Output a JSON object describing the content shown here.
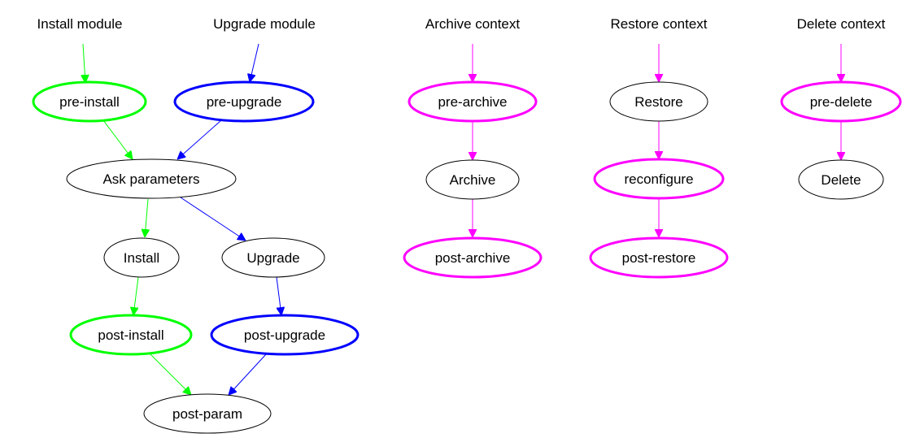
{
  "colors": {
    "install": "#00ff00",
    "upgrade": "#0000ff",
    "context": "#ff00ff",
    "plain": "#000000"
  },
  "headers": {
    "install_module": "Install module",
    "upgrade_module": "Upgrade module",
    "archive_context": "Archive context",
    "restore_context": "Restore context",
    "delete_context": "Delete context"
  },
  "nodes": {
    "pre_install": "pre-install",
    "pre_upgrade": "pre-upgrade",
    "ask_parameters": "Ask parameters",
    "install": "Install",
    "upgrade": "Upgrade",
    "post_install": "post-install",
    "post_upgrade": "post-upgrade",
    "post_param": "post-param",
    "pre_archive": "pre-archive",
    "archive": "Archive",
    "post_archive": "post-archive",
    "restore": "Restore",
    "reconfigure": "reconfigure",
    "post_restore": "post-restore",
    "pre_delete": "pre-delete",
    "delete": "Delete"
  },
  "edges": [
    {
      "from": "install_module",
      "to": "pre_install",
      "color": "install"
    },
    {
      "from": "upgrade_module",
      "to": "pre_upgrade",
      "color": "upgrade"
    },
    {
      "from": "pre_install",
      "to": "ask_parameters",
      "color": "install"
    },
    {
      "from": "pre_upgrade",
      "to": "ask_parameters",
      "color": "upgrade"
    },
    {
      "from": "ask_parameters",
      "to": "install",
      "color": "install"
    },
    {
      "from": "ask_parameters",
      "to": "upgrade",
      "color": "upgrade"
    },
    {
      "from": "install",
      "to": "post_install",
      "color": "install"
    },
    {
      "from": "upgrade",
      "to": "post_upgrade",
      "color": "upgrade"
    },
    {
      "from": "post_install",
      "to": "post_param",
      "color": "install"
    },
    {
      "from": "post_upgrade",
      "to": "post_param",
      "color": "upgrade"
    },
    {
      "from": "archive_context",
      "to": "pre_archive",
      "color": "context"
    },
    {
      "from": "pre_archive",
      "to": "archive",
      "color": "context"
    },
    {
      "from": "archive",
      "to": "post_archive",
      "color": "context"
    },
    {
      "from": "restore_context",
      "to": "restore",
      "color": "context"
    },
    {
      "from": "restore",
      "to": "reconfigure",
      "color": "context"
    },
    {
      "from": "reconfigure",
      "to": "post_restore",
      "color": "context"
    },
    {
      "from": "delete_context",
      "to": "pre_delete",
      "color": "context"
    },
    {
      "from": "pre_delete",
      "to": "delete",
      "color": "context"
    }
  ]
}
